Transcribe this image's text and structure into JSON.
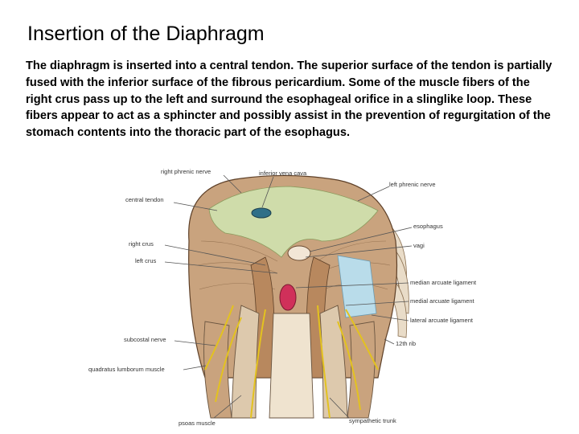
{
  "slide": {
    "title": "Insertion of the Diaphragm",
    "body": "The diaphragm is inserted into a central tendon. The superior surface of the tendon is partially fused with the inferior surface of the fibrous pericardium. Some of the muscle fibers of the right crus pass up to the left and surround the esophageal orifice in a slinglike loop. These fibers appear to act as a sphincter and possibly assist in the prevention of regurgitation of the stomach contents into the thoracic part of the esophagus."
  },
  "figure": {
    "labels": {
      "right_phrenic_nerve": "right phrenic nerve",
      "inferior_vena_cava": "inferior vena cava",
      "left_phrenic_nerve": "left phrenic nerve",
      "central_tendon": "central tendon",
      "esophagus": "esophagus",
      "vagi": "vagi",
      "right_crus": "right crus",
      "left_crus": "left crus",
      "median_arcuate_ligament": "median arcuate ligament",
      "medial_arcuate_ligament": "medial arcuate ligament",
      "lateral_arcuate_ligament": "lateral arcuate ligament",
      "rib_12": "12th rib",
      "subcostal_nerve": "subcostal nerve",
      "quadratus_lumborum_muscle": "quadratus lumborum muscle",
      "psoas_muscle": "psoas muscle",
      "sympathetic_trunk": "sympathetic trunk"
    }
  }
}
